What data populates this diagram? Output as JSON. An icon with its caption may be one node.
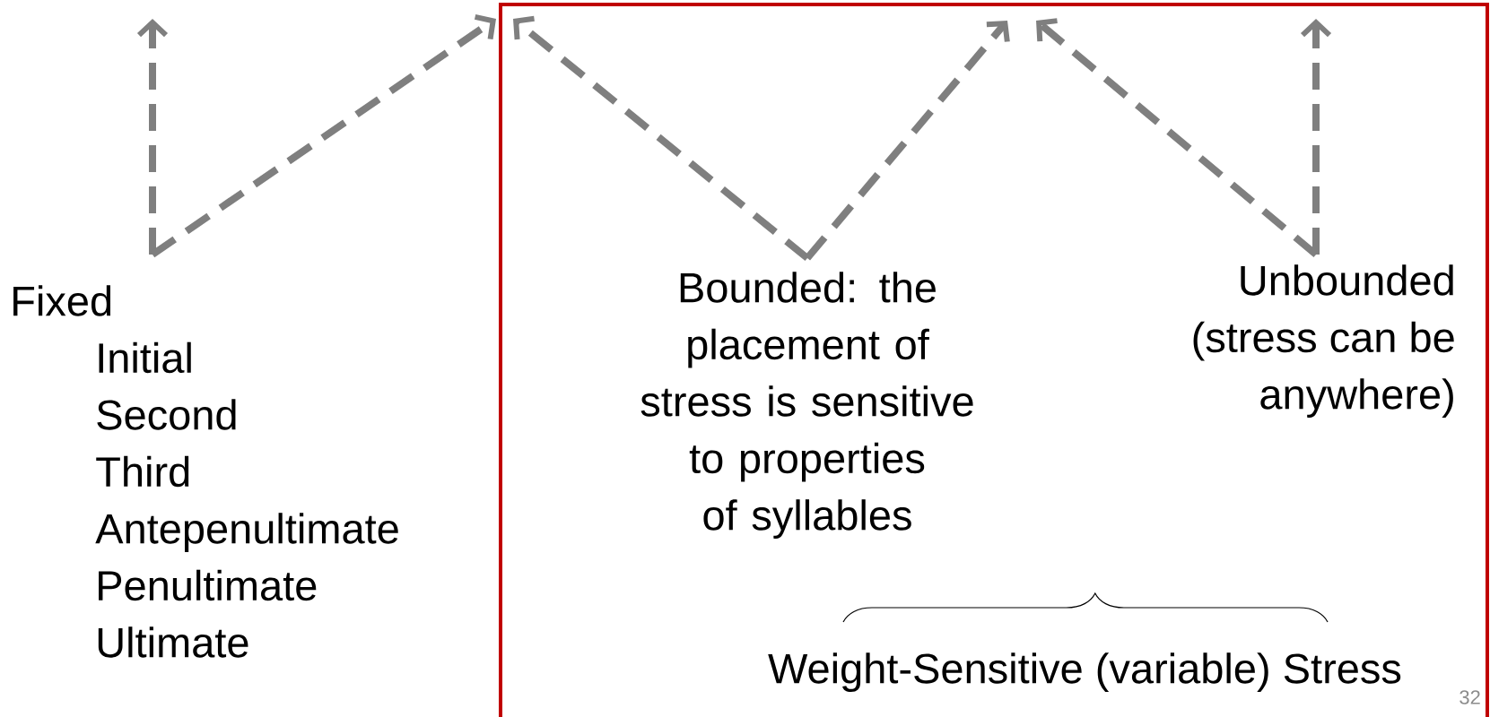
{
  "diagram": {
    "nodes": [
      {
        "text": [
          "Fixed",
          "Initial",
          "Second",
          "Third",
          "Antepenultimate",
          "Penultimate",
          "Ultimate"
        ]
      },
      {
        "text": [
          "Weight-Sensitive (variable) Stress"
        ]
      },
      {
        "text": [
          "Bounded: the placement of stress is sensitive to properties of syllables"
        ],
        "in": 1
      },
      {
        "text": [
          "Unbounded (stress can be anywhere)"
        ],
        "in": 1
      }
    ],
    "edges": [
      {
        "from": 0,
        "to": null,
        "arrow": "to",
        "style": "dashed",
        "color": "#7f7f7f"
      },
      {
        "from": 0,
        "to": 1,
        "arrow": "to",
        "style": "dashed",
        "color": "#7f7f7f"
      },
      {
        "from": 2,
        "to": null,
        "arrow": "to",
        "style": "dashed",
        "color": "#7f7f7f"
      },
      {
        "from": 2,
        "to": null,
        "arrow": "to",
        "style": "dashed",
        "color": "#7f7f7f"
      },
      {
        "from": 3,
        "to": null,
        "arrow": "to",
        "style": "dashed",
        "color": "#7f7f7f"
      },
      {
        "from": 3,
        "to": null,
        "arrow": "to",
        "style": "dashed",
        "color": "#7f7f7f"
      }
    ],
    "labels": [
      "32"
    ]
  }
}
